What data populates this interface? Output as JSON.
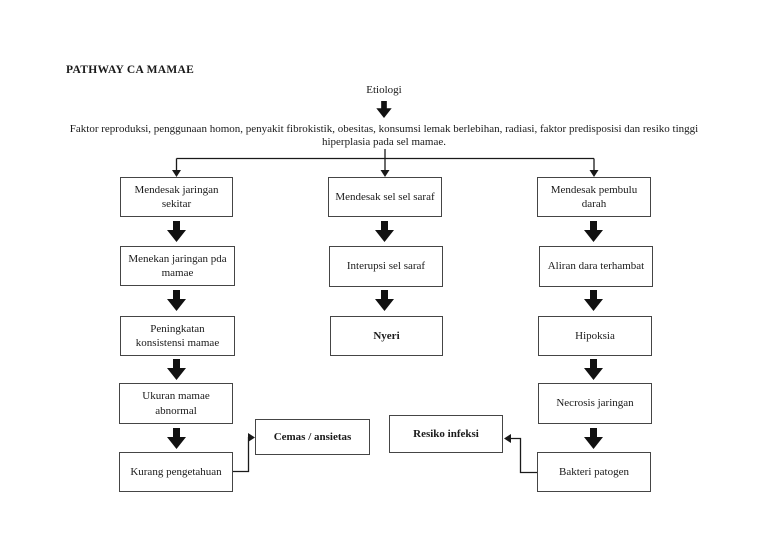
{
  "title": "PATHWAY CA MAMAE",
  "etiology": {
    "label": "Etiologi",
    "description_line1": "Faktor reproduksi, penggunaan homon, penyakit fibrokistik, obesitas, konsumsi lemak berlebihan, radiasi, faktor predisposisi dan resiko tinggi",
    "description_line2": "hiperplasia pada sel mamae."
  },
  "branches": {
    "left": {
      "nodes": [
        "Mendesak jaringan sekitar",
        "Menekan jaringan pda mamae",
        "Peningkatan konsistensi mamae",
        "Ukuran mamae abnormal",
        "Kurang pengetahuan"
      ],
      "outcome": "Cemas / ansietas"
    },
    "middle": {
      "nodes": [
        "Mendesak sel sel saraf",
        "Interupsi sel saraf",
        "Nyeri"
      ]
    },
    "right": {
      "nodes": [
        "Mendesak pembulu darah",
        "Aliran dara terhambat",
        "Hipoksia",
        "Necrosis jaringan",
        "Bakteri patogen"
      ],
      "outcome": "Resiko infeksi"
    }
  },
  "colors": {
    "text": "#1a1a1a",
    "box_border": "#454545",
    "arrow": "#111111",
    "background": "#ffffff"
  }
}
